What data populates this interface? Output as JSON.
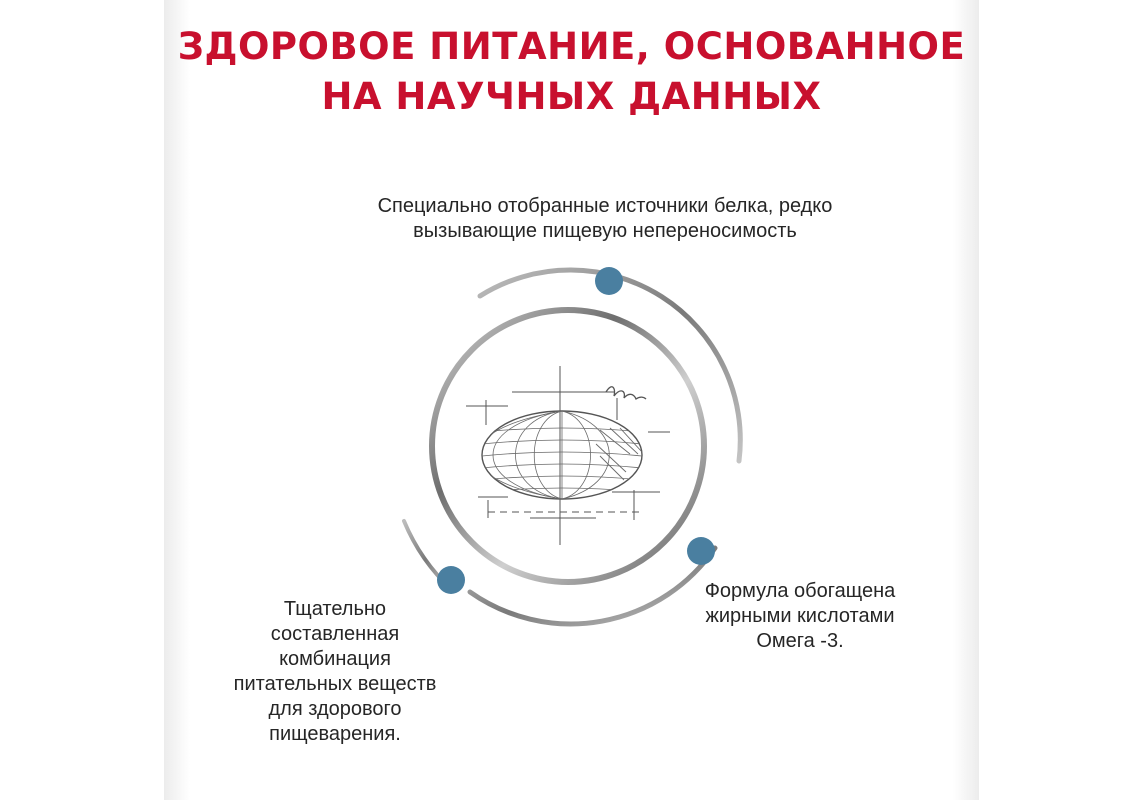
{
  "headline": {
    "line1": "ЗДОРОВОЕ ПИТАНИЕ, ОСНОВАННОЕ",
    "line2": "НА НАУЧНЫХ ДАННЫХ"
  },
  "features": {
    "top": {
      "line1": "Специально отобранные источники белка, редко",
      "line2": "вызывающие пищевую непереносимость"
    },
    "right": {
      "line1": "Формула обогащена",
      "line2": "жирными кислотами",
      "line3": "Омега -3."
    },
    "left": {
      "line1": "Тщательно",
      "line2": "составленная",
      "line3": "комбинация",
      "line4": "питательных веществ",
      "line5": "для здорового",
      "line6": "пищеварения."
    }
  },
  "colors": {
    "headline": "#c8102e",
    "marker": "#4a7fa0",
    "caption_text": "#262626"
  },
  "icons": {
    "center": "kibble-sketch-icon",
    "markers": "feature-dot-icon"
  }
}
